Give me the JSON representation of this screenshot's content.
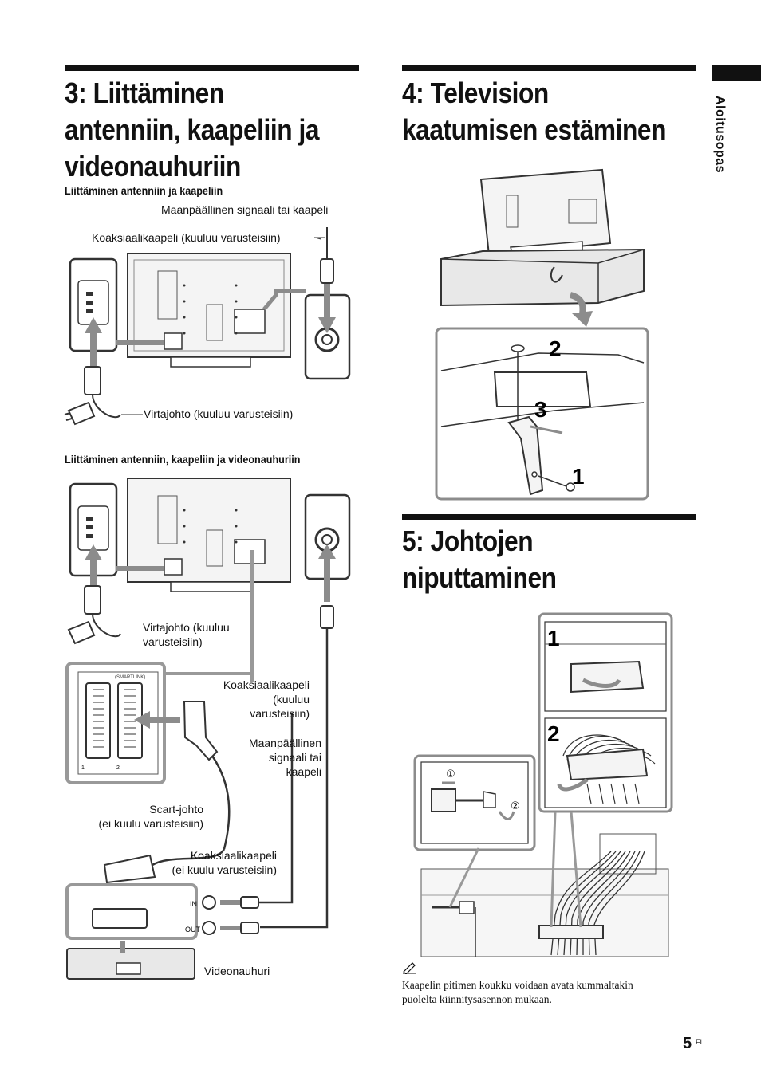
{
  "side_tab": {
    "label": "Aloitusopas"
  },
  "section3": {
    "title_lines": [
      "3: Liittäminen",
      "antenniin, kaapeliin ja",
      "videonauhuriin"
    ],
    "fig1": {
      "subtitle": "Liittäminen antenniin ja kaapeliin",
      "label_signal": "Maanpäällinen signaali tai kaapeli",
      "label_coax": "Koaksiaalikaapeli (kuuluu varusteisiin)",
      "label_power": "Virtajohto (kuuluu varusteisiin)"
    },
    "fig2": {
      "subtitle": "Liittäminen antenniin, kaapeliin ja videonauhuriin",
      "label_power_lines": [
        "Virtajohto (kuuluu",
        "varusteisiin)"
      ],
      "label_coax_lines": [
        "Koaksiaalikaapeli",
        "(kuuluu",
        "varusteisiin)"
      ],
      "label_signal_lines": [
        "Maanpäällinen",
        "signaali tai",
        "kaapeli"
      ],
      "label_scart_lines": [
        "Scart-johto",
        "(ei kuulu varusteisiin)"
      ],
      "label_coax2_lines": [
        "Koaksiaalikaapeli",
        "(ei kuulu varusteisiin)"
      ],
      "label_vcr": "Videonauhuri",
      "scart_panel_label": "(SMARTLINK)",
      "port_in": "IN",
      "port_out": "OUT",
      "scart_num1": "1",
      "scart_num2": "2"
    }
  },
  "section4": {
    "title_lines": [
      "4: Television",
      "kaatumisen estäminen"
    ],
    "step_labels": [
      "2",
      "3",
      "1"
    ]
  },
  "section5": {
    "title_lines": [
      "5: Johtojen",
      "niputtaminen"
    ],
    "step_labels": [
      "1",
      "2"
    ],
    "circled_labels": [
      "①",
      "②"
    ],
    "note_icon": "pencil-note-icon",
    "note_lines": [
      "Kaapelin pitimen koukku voidaan avata kummaltakin",
      "puolelta kiinnitysasennon mukaan."
    ]
  },
  "footer": {
    "page_number": "5",
    "page_suffix": "FI"
  }
}
